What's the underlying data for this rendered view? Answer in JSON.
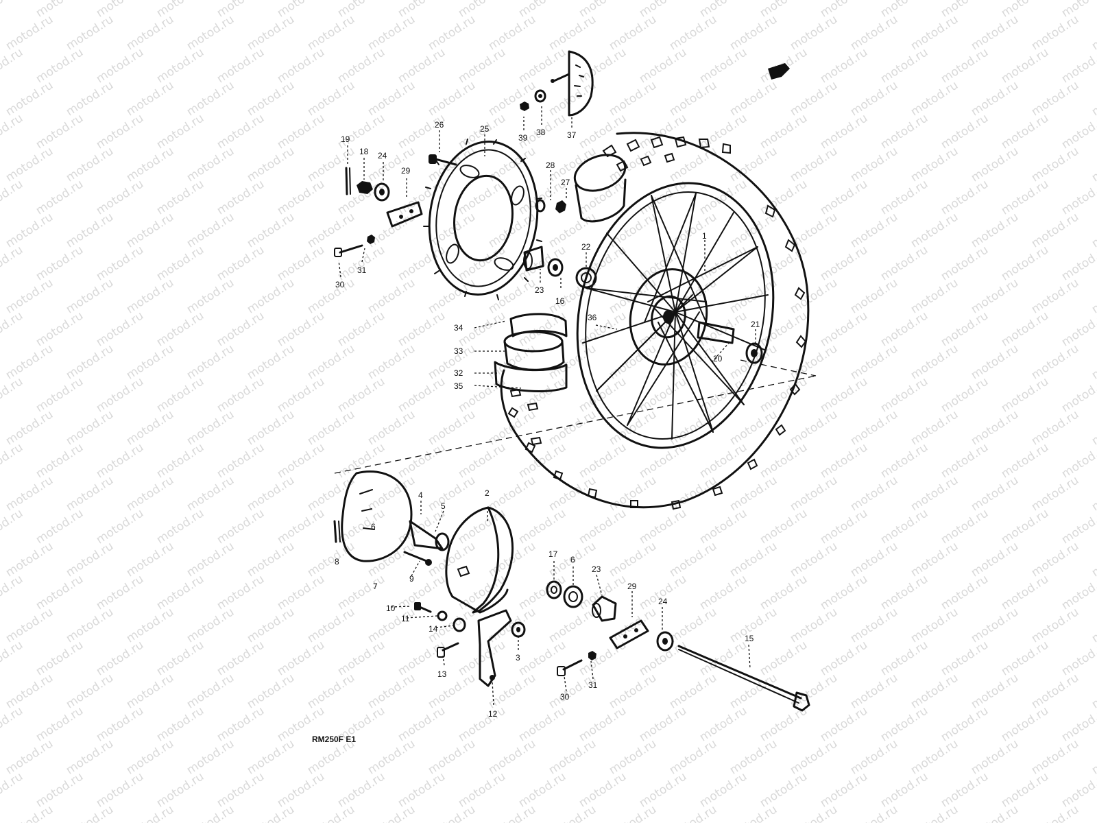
{
  "watermark": "motod.ru",
  "diagram_code": "RM250F E1",
  "callouts": [
    {
      "id": "c19",
      "text": "19"
    },
    {
      "id": "c18",
      "text": "18"
    },
    {
      "id": "c24a",
      "text": "24"
    },
    {
      "id": "c29a",
      "text": "29"
    },
    {
      "id": "c26",
      "text": "26"
    },
    {
      "id": "c25",
      "text": "25"
    },
    {
      "id": "c28",
      "text": "28"
    },
    {
      "id": "c27",
      "text": "27"
    },
    {
      "id": "c39",
      "text": "39"
    },
    {
      "id": "c38",
      "text": "38"
    },
    {
      "id": "c37",
      "text": "37"
    },
    {
      "id": "c22",
      "text": "22"
    },
    {
      "id": "c1",
      "text": "1"
    },
    {
      "id": "c23a",
      "text": "23"
    },
    {
      "id": "c16",
      "text": "16"
    },
    {
      "id": "c30a",
      "text": "30"
    },
    {
      "id": "c31a",
      "text": "31"
    },
    {
      "id": "c34",
      "text": "34"
    },
    {
      "id": "c33",
      "text": "33"
    },
    {
      "id": "c32",
      "text": "32"
    },
    {
      "id": "c35",
      "text": "35"
    },
    {
      "id": "c36",
      "text": "36"
    },
    {
      "id": "c21",
      "text": "21"
    },
    {
      "id": "c20",
      "text": "20"
    },
    {
      "id": "c4",
      "text": "4"
    },
    {
      "id": "c5",
      "text": "5"
    },
    {
      "id": "c2",
      "text": "2"
    },
    {
      "id": "c6a",
      "text": "6"
    },
    {
      "id": "c8",
      "text": "8"
    },
    {
      "id": "c9",
      "text": "9"
    },
    {
      "id": "c7",
      "text": "7"
    },
    {
      "id": "c10",
      "text": "10"
    },
    {
      "id": "c11",
      "text": "11"
    },
    {
      "id": "c14",
      "text": "14"
    },
    {
      "id": "c13",
      "text": "13"
    },
    {
      "id": "c3",
      "text": "3"
    },
    {
      "id": "c12",
      "text": "12"
    },
    {
      "id": "c17",
      "text": "17"
    },
    {
      "id": "c6b",
      "text": "6"
    },
    {
      "id": "c23b",
      "text": "23"
    },
    {
      "id": "c29b",
      "text": "29"
    },
    {
      "id": "c24b",
      "text": "24"
    },
    {
      "id": "c15",
      "text": "15"
    },
    {
      "id": "c30b",
      "text": "30"
    },
    {
      "id": "c31b",
      "text": "31"
    }
  ]
}
